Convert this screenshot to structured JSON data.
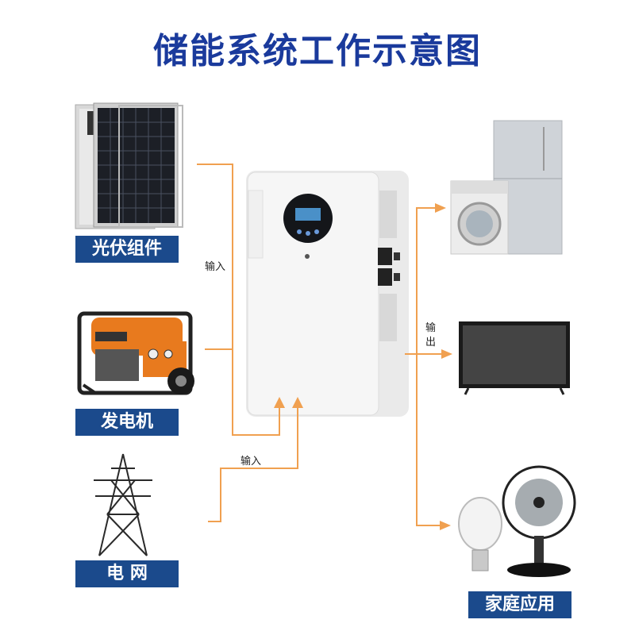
{
  "title": "储能系统工作示意图",
  "sources": [
    {
      "name": "solar",
      "label": "光伏组件"
    },
    {
      "name": "generator",
      "label": "发电机"
    },
    {
      "name": "grid",
      "label": "电 网"
    }
  ],
  "loads_label": "家庭应用",
  "flow_labels": {
    "input_top": "输入",
    "input_bottom": "输入",
    "output_1": "输",
    "output_2": "出"
  },
  "colors": {
    "title": "#1a3a9c",
    "label_bg": "#1b4a8c",
    "arrow": "#f0a050"
  }
}
